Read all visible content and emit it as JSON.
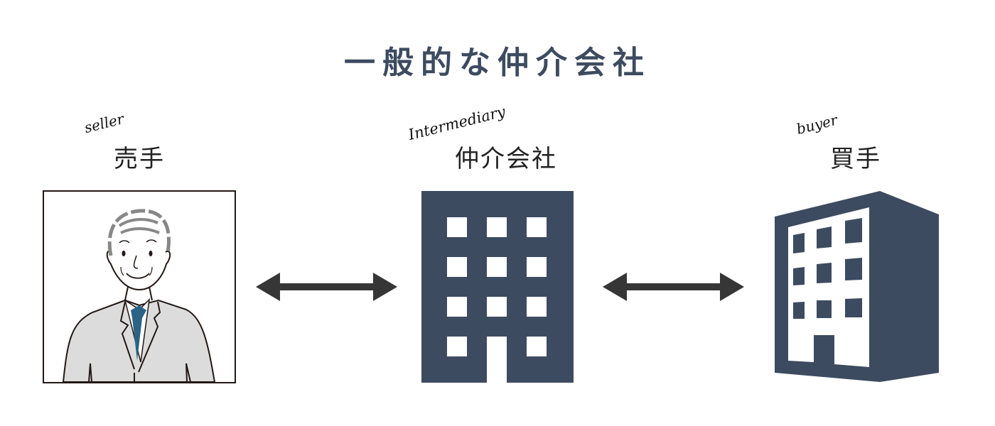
{
  "title": "一般的な仲介会社",
  "colors": {
    "title": "#3d4b60",
    "building": "#3d4b60",
    "arrow": "#363636",
    "frame": "#231815",
    "suit": "#dcdcdc",
    "tie": "#2a6385",
    "hair": "#888888"
  },
  "parties": [
    {
      "role": "seller",
      "en_label": "seller",
      "jp_label": "売手",
      "icon": "businessman-portrait-icon"
    },
    {
      "role": "intermediary",
      "en_label": "Intermediary",
      "jp_label": "仲介会社",
      "icon": "office-building-icon"
    },
    {
      "role": "buyer",
      "en_label": "buyer",
      "jp_label": "買手",
      "icon": "company-building-3d-icon"
    }
  ],
  "connectors": [
    {
      "from": "seller",
      "to": "intermediary",
      "type": "double-arrow"
    },
    {
      "from": "intermediary",
      "to": "buyer",
      "type": "double-arrow"
    }
  ]
}
